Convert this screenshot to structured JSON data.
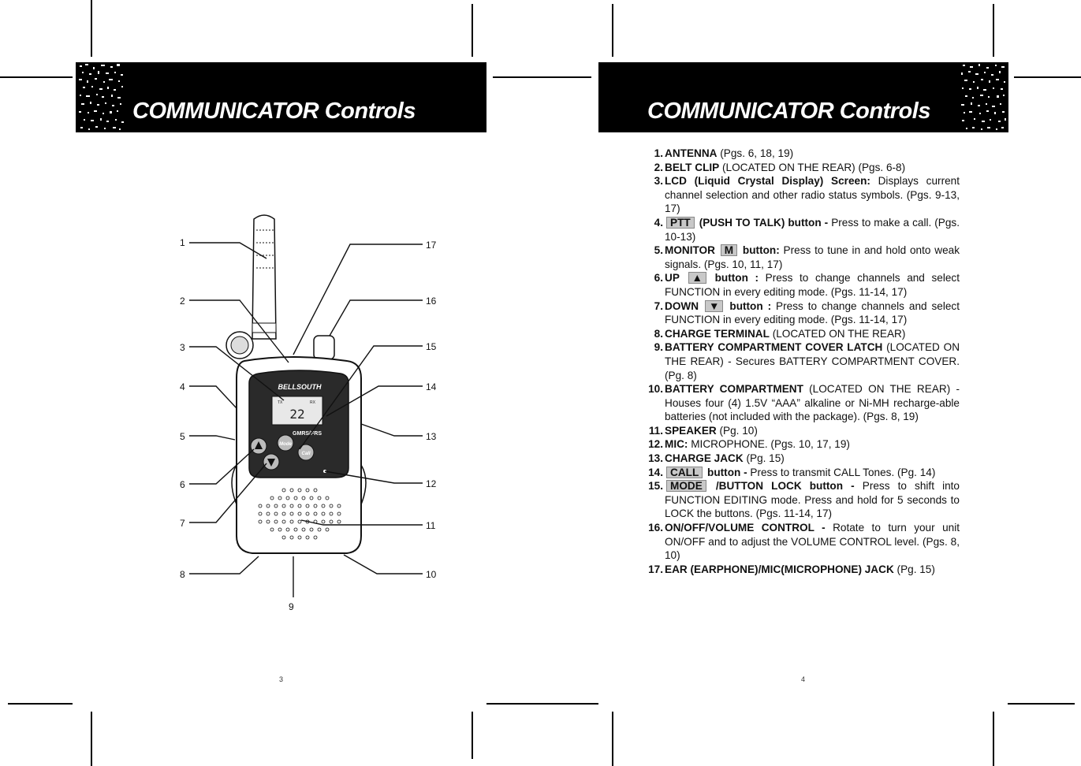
{
  "left_page": {
    "header_title": "COMMUNICATOR Controls",
    "page_number": "3",
    "device": {
      "brand": "BELLSOUTH",
      "band": "GMRS/FRS",
      "mode_label": "Mode",
      "call_label": "Call",
      "lcd_channel": "22",
      "lcd_tx": "TX",
      "lcd_rx": "RX"
    },
    "callouts_left": [
      "1",
      "2",
      "3",
      "4",
      "5",
      "6",
      "7",
      "8"
    ],
    "callout_bottom": "9",
    "callouts_right": [
      "17",
      "16",
      "15",
      "14",
      "13",
      "12",
      "11",
      "10"
    ]
  },
  "right_page": {
    "header_title": "COMMUNICATOR Controls",
    "page_number": "4",
    "items": [
      {
        "num": "1.",
        "name": "ANTENNA",
        "text": " (Pgs. 6, 18, 19)"
      },
      {
        "num": "2.",
        "name": "BELT CLIP",
        "text": " (LOCATED ON THE REAR) (Pgs. 6-8)"
      },
      {
        "num": "3.",
        "name": "LCD (Liquid Crystal Display) Screen:",
        "text": " Displays current channel selection and other radio status symbols. (Pgs. 9-13, 17)"
      },
      {
        "num": "4.",
        "key": "PTT",
        "name": " (PUSH TO TALK) button -",
        "text": " Press to make a call. (Pgs. 10-13)"
      },
      {
        "num": "5.",
        "name": "MONITOR",
        "key": "M",
        "name2": " button:",
        "text": " Press to tune in and hold onto weak signals. (Pgs. 10, 11, 17)"
      },
      {
        "num": "6.",
        "name": "UP",
        "key": "▲",
        "name2": " button :",
        "text": " Press to change channels and select FUNCTION in every editing mode. (Pgs. 11-14, 17)"
      },
      {
        "num": "7.",
        "name": "DOWN",
        "key": "▼",
        "name2": " button :",
        "text": " Press to change channels and select FUNCTION in every editing mode. (Pgs. 11-14, 17)"
      },
      {
        "num": "8.",
        "name": "CHARGE TERMINAL",
        "text": " (LOCATED ON THE REAR)"
      },
      {
        "num": "9.",
        "name": "BATTERY COMPARTMENT COVER LATCH",
        "text": " (LOCATED ON THE REAR) - Secures BATTERY COMPARTMENT COVER. (Pg. 8)"
      },
      {
        "num": "10.",
        "name": "BATTERY COMPARTMENT",
        "text": " (LOCATED ON THE REAR) - Houses four (4) 1.5V “AAA” alkaline or Ni-MH recharge-able batteries (not included with the package). (Pgs. 8, 19)"
      },
      {
        "num": "11.",
        "name": "SPEAKER",
        "text": " (Pg. 10)"
      },
      {
        "num": "12.",
        "name": "MIC:",
        "text": " MICROPHONE. (Pgs. 10, 17, 19)"
      },
      {
        "num": "13.",
        "name": "CHARGE JACK",
        "text": " (Pg. 15)"
      },
      {
        "num": "14.",
        "key": "CALL",
        "name": " button -",
        "text": " Press to transmit CALL Tones. (Pg. 14)"
      },
      {
        "num": "15.",
        "key": "MODE",
        "name": " /BUTTON LOCK button -",
        "text": " Press to shift into FUNCTION EDITING mode. Press and hold for 5 seconds to LOCK the buttons. (Pgs. 11-14, 17)"
      },
      {
        "num": "16.",
        "name": "ON/OFF/VOLUME CONTROL -",
        "text": " Rotate to turn your unit ON/OFF and to adjust the VOLUME CONTROL level. (Pgs. 8, 10)"
      },
      {
        "num": "17.",
        "name": "EAR (EARPHONE)/MIC(MICROPHONE) JACK",
        "text": " (Pg. 15)"
      }
    ]
  }
}
